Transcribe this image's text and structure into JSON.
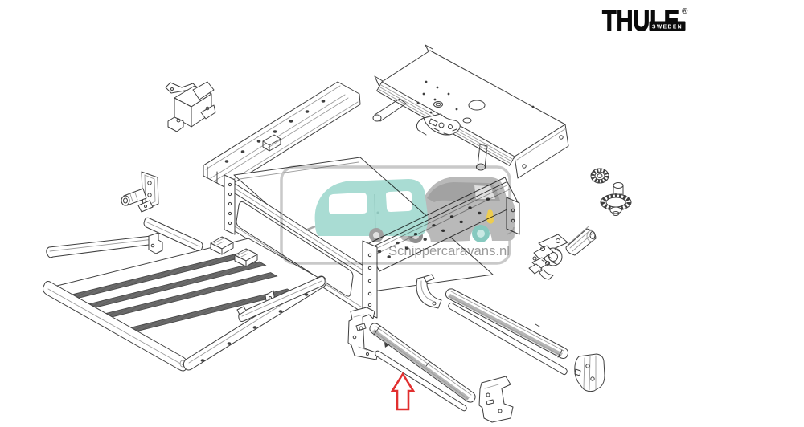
{
  "logo": {
    "brand": "THULE",
    "registered": "®",
    "badge": "SWEDEN"
  },
  "watermark": {
    "site": "Schippercaravans.nl"
  },
  "annotation": {
    "type": "arrow-up",
    "points_to": "lower-trim-rail",
    "color": "#e12f2f"
  },
  "colors": {
    "line": "#3f3f3f",
    "tread": "#6a6a6a",
    "arrow_red": "#e12f2f",
    "logo_black": "#0b0b0b",
    "watermark_border": "#c9c9c9",
    "watermark_teal": "#a9dcd3",
    "watermark_gray": "#b9b9b9",
    "watermark_wheel_teal": "#86c9bf",
    "watermark_yellow": "#eecd4f",
    "watermark_text": "#9a9a9a"
  }
}
